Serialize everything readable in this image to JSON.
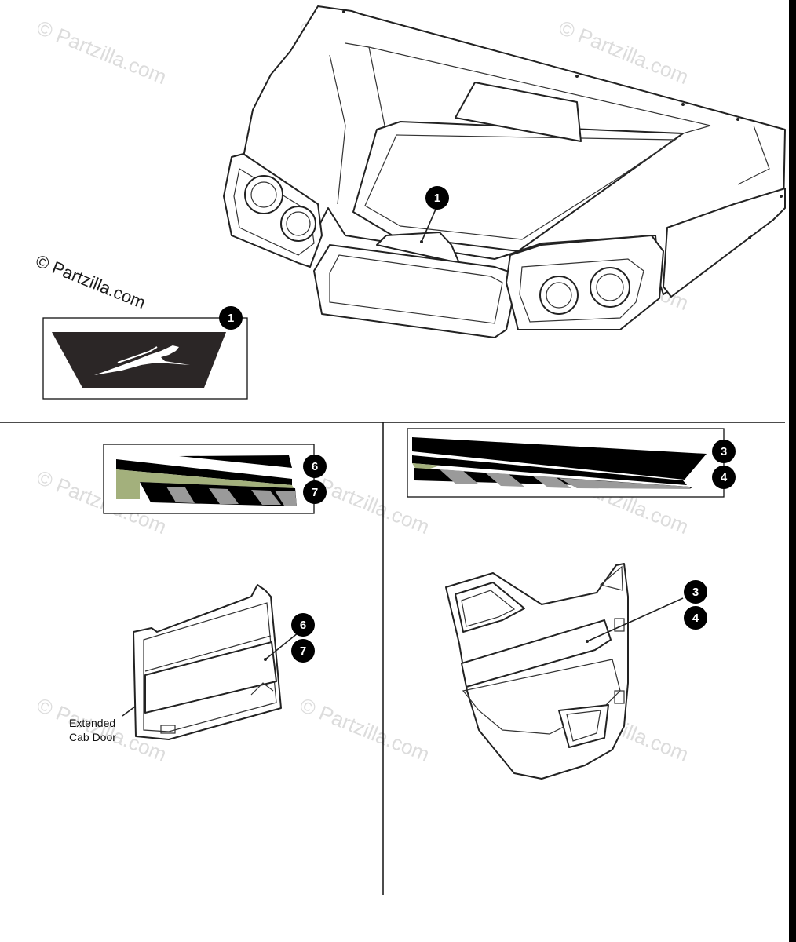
{
  "watermark": {
    "text": "© Partzilla.com",
    "main_text": "© Partzilla.com"
  },
  "callouts": {
    "c1_top": "1",
    "c1_panel": "1",
    "c6_stripe": "6",
    "c7_stripe": "7",
    "c3_stripe": "3",
    "c4_stripe": "4",
    "c6_door": "6",
    "c7_door": "7",
    "c3_door": "3",
    "c4_door": "4"
  },
  "labels": {
    "extended_line1": "Extended",
    "extended_line2": "Cab Door"
  },
  "colors": {
    "decal_dark": "#2b2626",
    "olive": "#a3b07c",
    "stripe_gray": "#9a9a9a",
    "black_bar": "#000000"
  }
}
